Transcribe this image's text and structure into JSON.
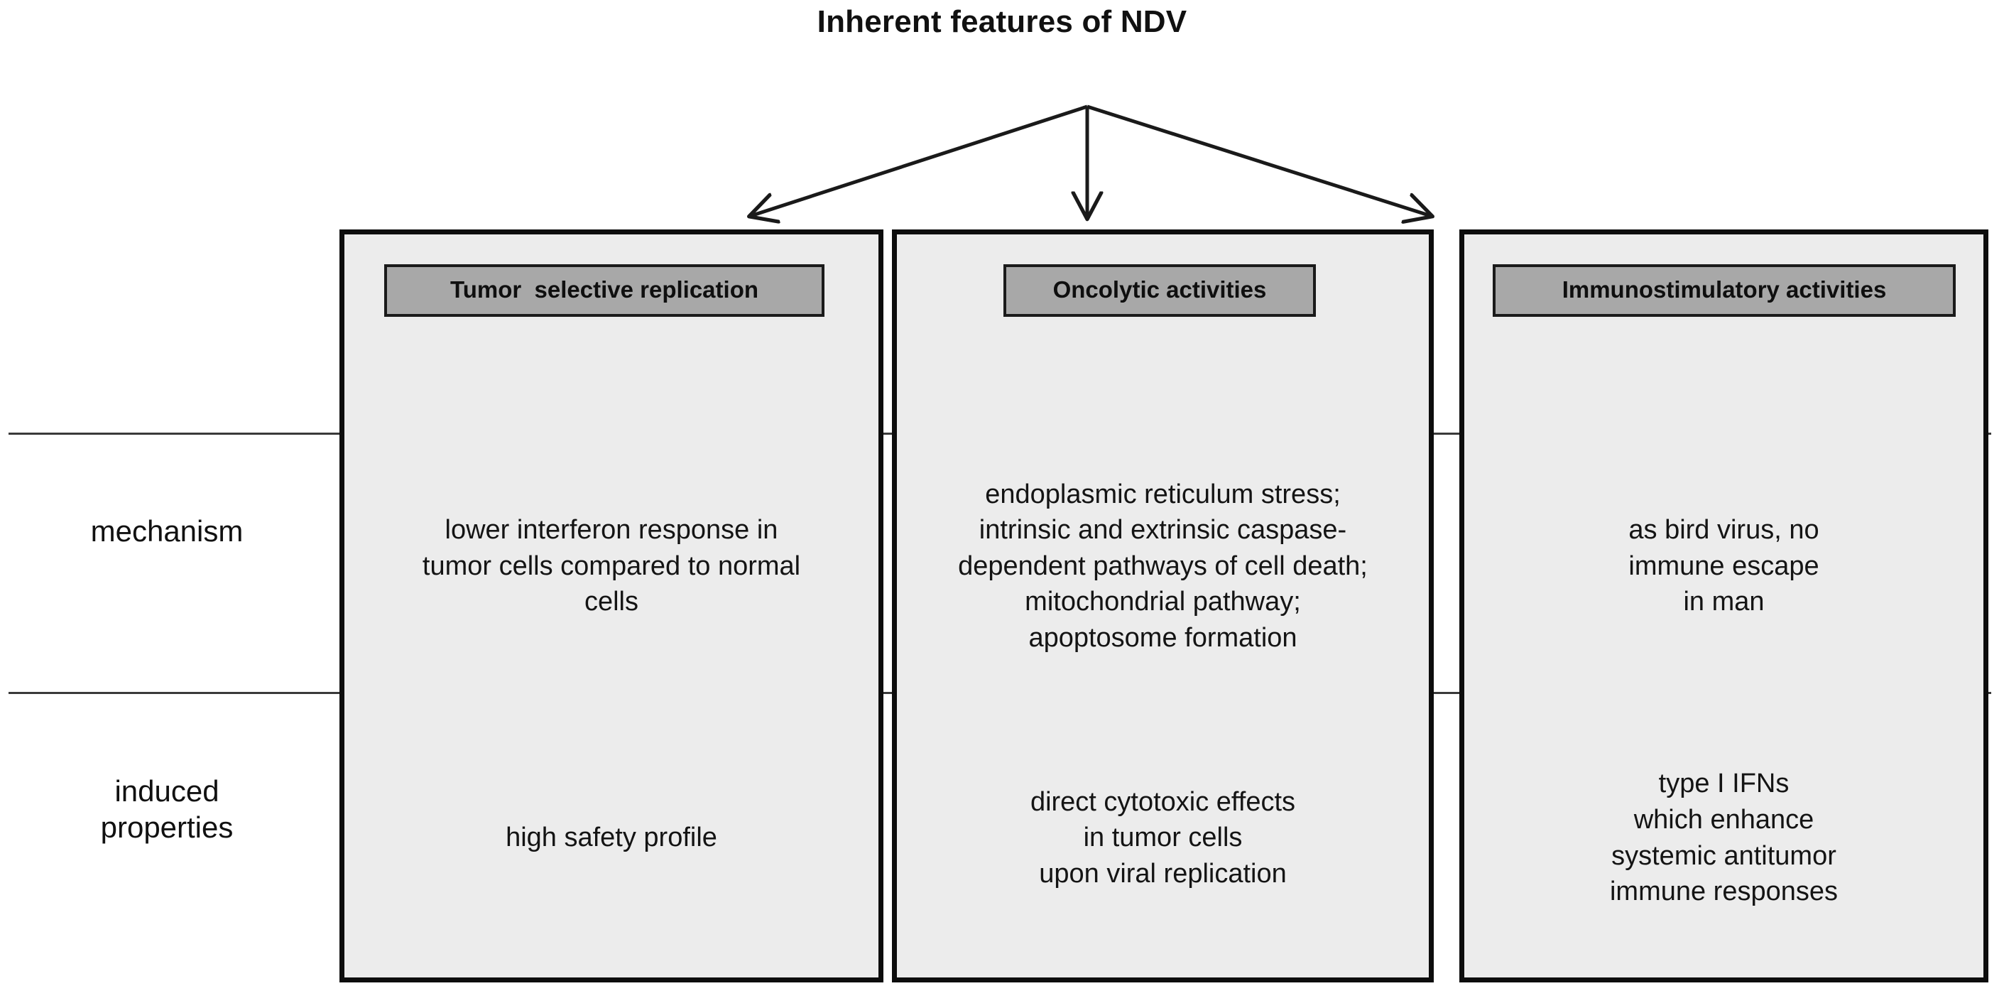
{
  "title": "Inherent features of NDV",
  "colors": {
    "box_fill": "#ececec",
    "box_border": "#0d0d0d",
    "pill_fill": "#a8a8a8",
    "pill_border": "#1a1a1a",
    "divider": "#3a3a3a",
    "text": "#111111",
    "background": "#ffffff"
  },
  "arrows": {
    "apex_label": "branching-point",
    "items": [
      {
        "name": "arrow-left",
        "direction": "down-left"
      },
      {
        "name": "arrow-center",
        "direction": "down"
      },
      {
        "name": "arrow-right",
        "direction": "down-right"
      }
    ]
  },
  "rows": [
    {
      "key": "mechanism",
      "label": "mechanism"
    },
    {
      "key": "induced_properties",
      "label": "induced\nproperties"
    }
  ],
  "columns": [
    {
      "key": "tumor_selective_replication",
      "header": "Tumor  selective replication",
      "mechanism": "lower interferon response in\ntumor cells compared to normal\ncells",
      "induced_properties": "high safety profile"
    },
    {
      "key": "oncolytic_activities",
      "header": "Oncolytic activities",
      "mechanism": "endoplasmic reticulum stress;\nintrinsic and extrinsic caspase-\ndependent pathways of cell death;\nmitochondrial pathway;\napoptosome formation",
      "induced_properties": "direct cytotoxic effects\nin tumor cells\nupon viral replication"
    },
    {
      "key": "immunostimulatory_activities",
      "header": "Immunostimulatory activities",
      "mechanism": "as bird virus, no\nimmune escape\nin man",
      "induced_properties": "type I IFNs\nwhich enhance\nsystemic antitumor\nimmune responses"
    }
  ]
}
